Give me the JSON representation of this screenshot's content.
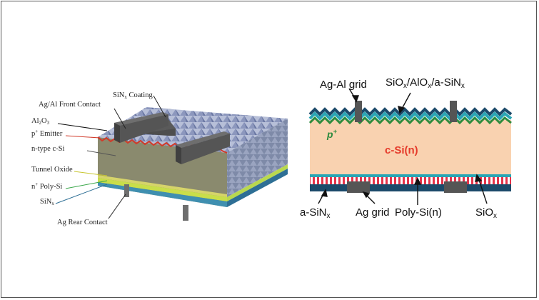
{
  "left_diagram": {
    "labels": {
      "sinx_coating": "SiNx Coating",
      "front_contact": "Ag/Al Front Contact",
      "al2o3": "Al2O3",
      "emitter": "p+ Emitter",
      "ntype": "n-type c-Si",
      "tunnel": "Tunnel Oxide",
      "polysi": "n+ Poly-Si",
      "sinx": "SiNx",
      "rear_contact": "Ag Rear Contact"
    }
  },
  "right_diagram": {
    "labels": {
      "ag_al_grid": "Ag-Al grid",
      "stack": "SiOx/AlOx/a-SiNx",
      "p_plus": "p+",
      "csi": "c-Si(n)",
      "a_sinx": "a-SiNx",
      "ag_grid": "Ag grid",
      "polysi_n": "Poly-Si(n)",
      "siox": "SiOx"
    }
  },
  "colors": {
    "frame": "#555555",
    "csi_fill": "#f9d2b0",
    "p_green": "#2e8b3e",
    "csi_red": "#e53a2a",
    "teal": "#2aa6b4",
    "navy": "#1c4a6a",
    "pyramids": "#9ba6c8",
    "side_grey": "#8b8b72",
    "contact_grey": "#555555"
  }
}
